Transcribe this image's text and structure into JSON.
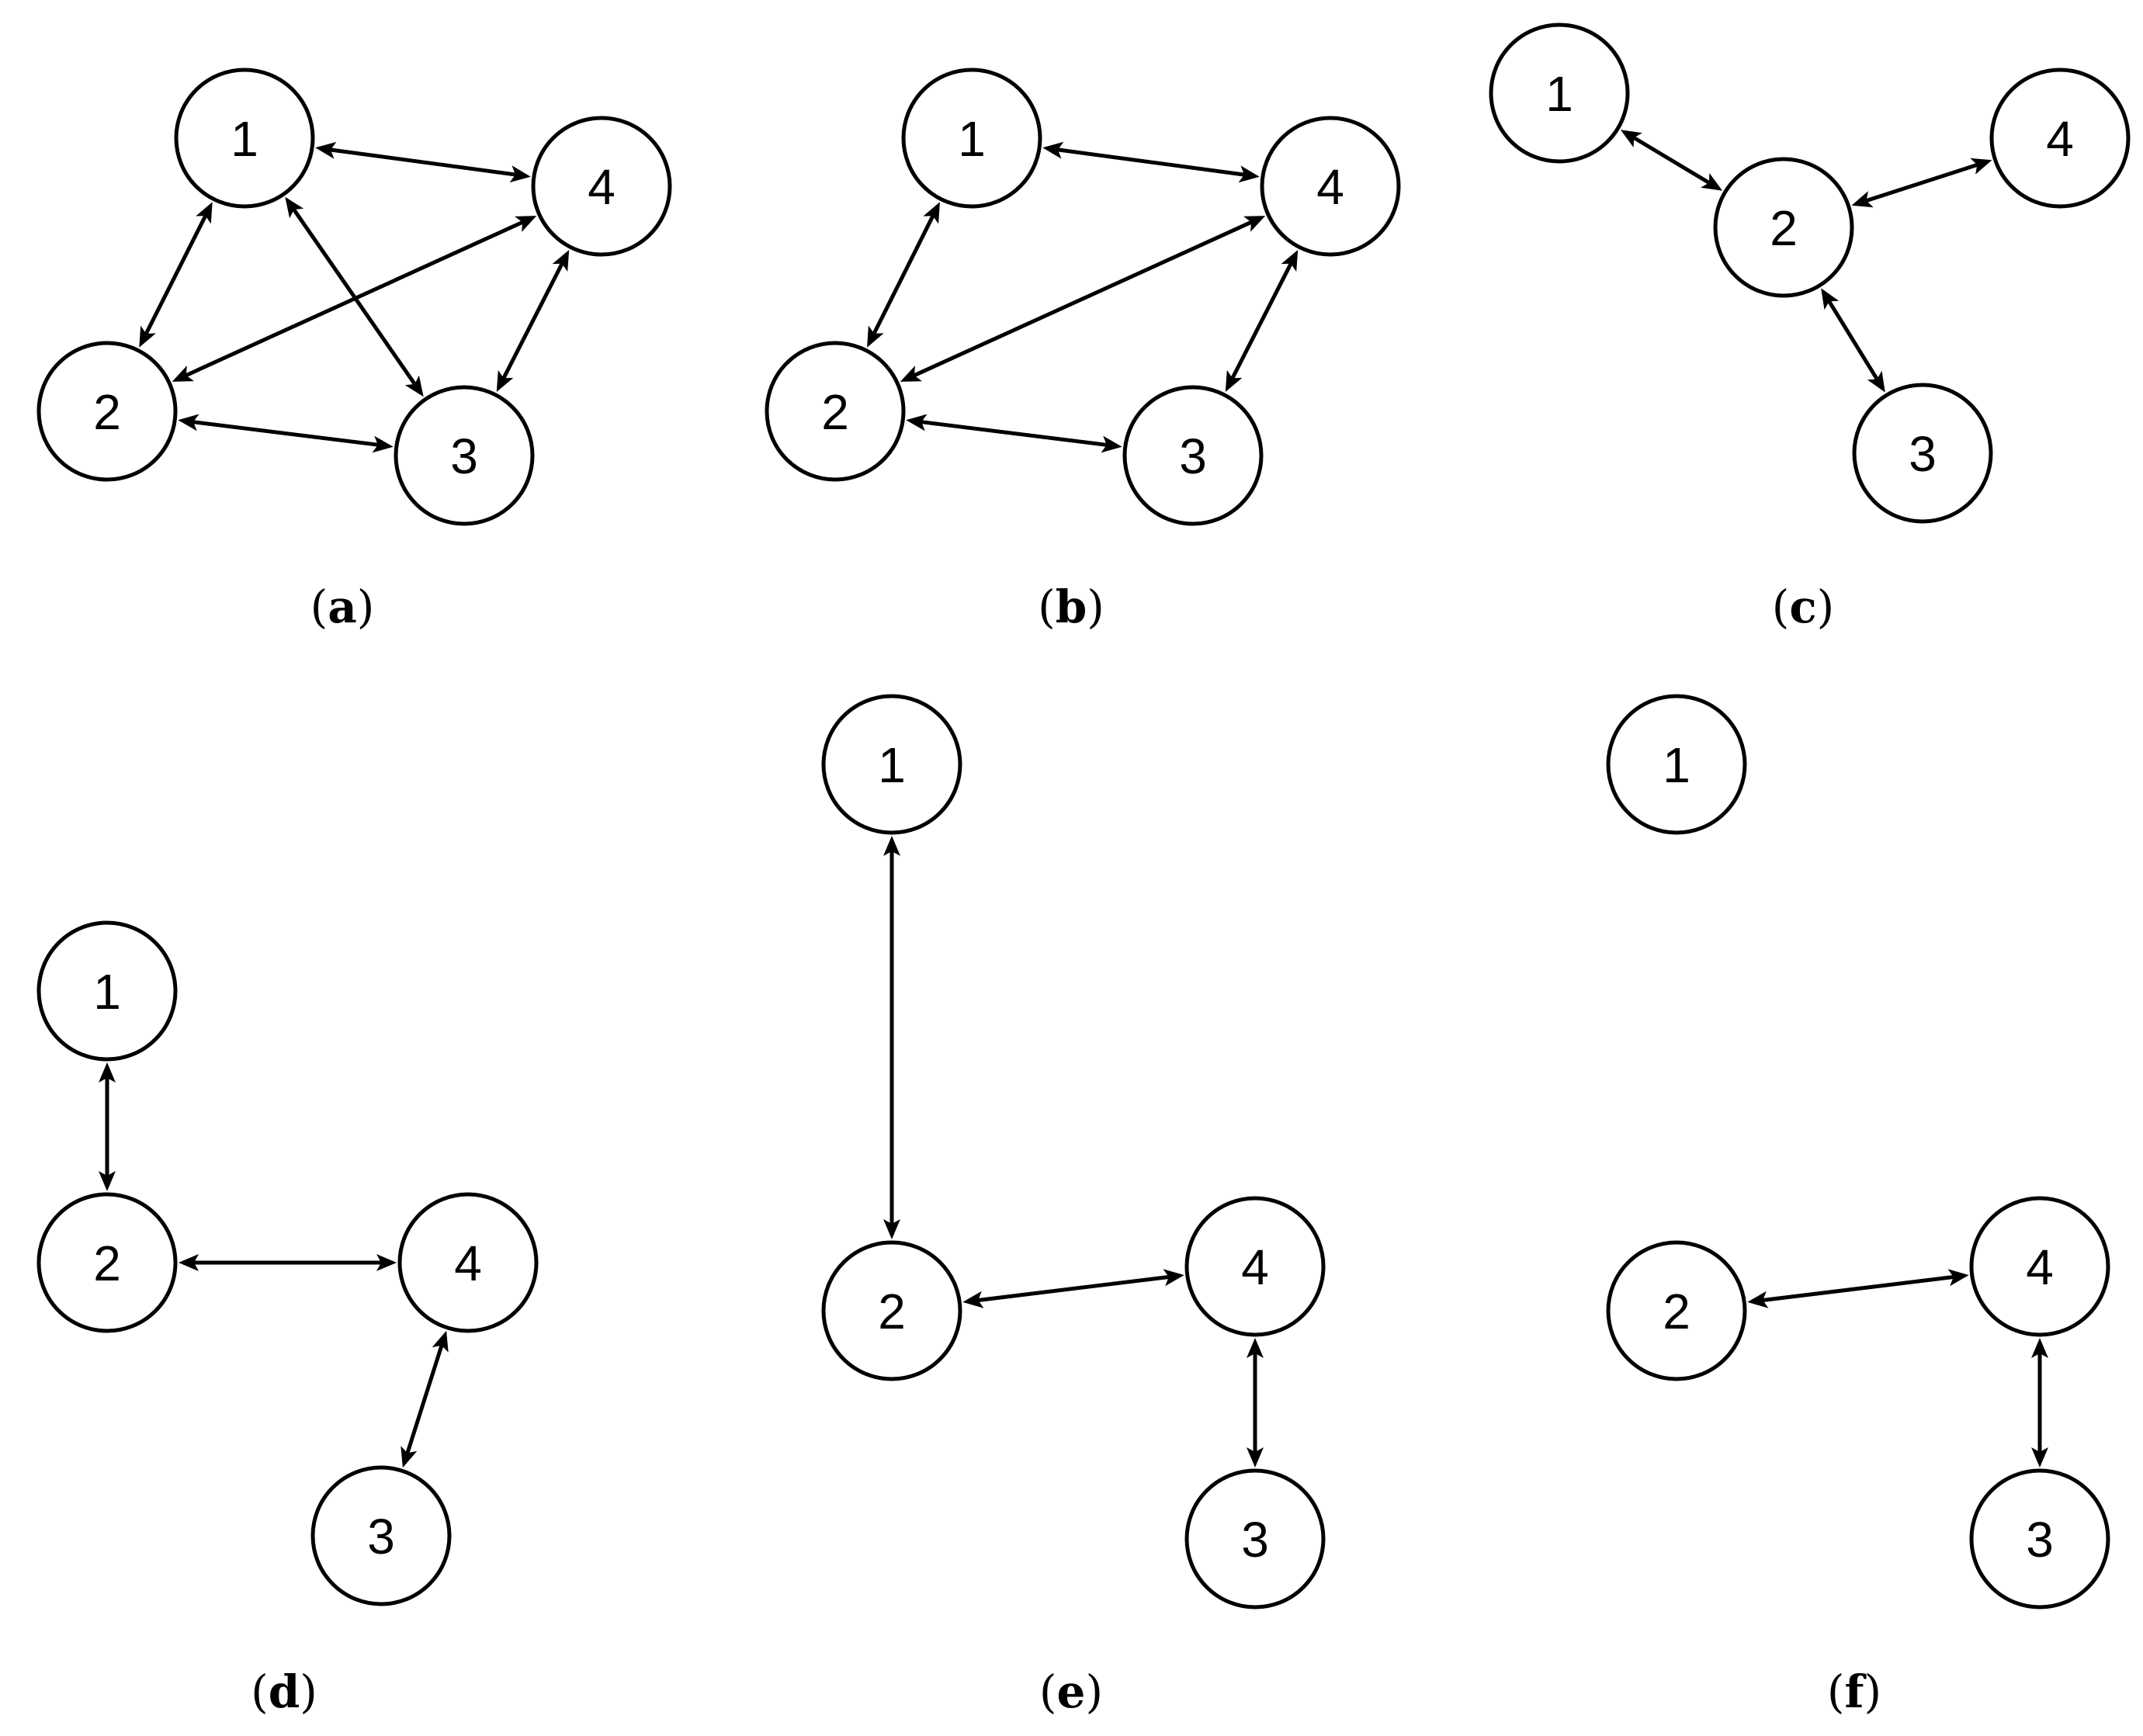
{
  "colors": {
    "stroke": "#000000",
    "background": "#ffffff"
  },
  "panels": [
    {
      "id": "a",
      "caption_letter": "a",
      "nodes": [
        {
          "id": "1",
          "label": "1"
        },
        {
          "id": "2",
          "label": "2"
        },
        {
          "id": "3",
          "label": "3"
        },
        {
          "id": "4",
          "label": "4"
        }
      ],
      "edges": [
        {
          "from": "1",
          "to": "4",
          "bidirectional": true
        },
        {
          "from": "1",
          "to": "2",
          "bidirectional": true
        },
        {
          "from": "1",
          "to": "3",
          "bidirectional": true
        },
        {
          "from": "2",
          "to": "4",
          "bidirectional": true
        },
        {
          "from": "2",
          "to": "3",
          "bidirectional": true
        },
        {
          "from": "3",
          "to": "4",
          "bidirectional": true
        }
      ]
    },
    {
      "id": "b",
      "caption_letter": "b",
      "nodes": [
        {
          "id": "1",
          "label": "1"
        },
        {
          "id": "2",
          "label": "2"
        },
        {
          "id": "3",
          "label": "3"
        },
        {
          "id": "4",
          "label": "4"
        }
      ],
      "edges": [
        {
          "from": "1",
          "to": "4",
          "bidirectional": true
        },
        {
          "from": "1",
          "to": "2",
          "bidirectional": true
        },
        {
          "from": "2",
          "to": "4",
          "bidirectional": true
        },
        {
          "from": "2",
          "to": "3",
          "bidirectional": true
        },
        {
          "from": "3",
          "to": "4",
          "bidirectional": true
        }
      ]
    },
    {
      "id": "c",
      "caption_letter": "c",
      "nodes": [
        {
          "id": "1",
          "label": "1"
        },
        {
          "id": "2",
          "label": "2"
        },
        {
          "id": "3",
          "label": "3"
        },
        {
          "id": "4",
          "label": "4"
        }
      ],
      "edges": [
        {
          "from": "1",
          "to": "2",
          "bidirectional": true
        },
        {
          "from": "2",
          "to": "4",
          "bidirectional": true
        },
        {
          "from": "2",
          "to": "3",
          "bidirectional": true
        }
      ]
    },
    {
      "id": "d",
      "caption_letter": "d",
      "nodes": [
        {
          "id": "1",
          "label": "1"
        },
        {
          "id": "2",
          "label": "2"
        },
        {
          "id": "3",
          "label": "3"
        },
        {
          "id": "4",
          "label": "4"
        }
      ],
      "edges": [
        {
          "from": "1",
          "to": "2",
          "bidirectional": true
        },
        {
          "from": "2",
          "to": "4",
          "bidirectional": true
        },
        {
          "from": "4",
          "to": "3",
          "bidirectional": true
        }
      ]
    },
    {
      "id": "e",
      "caption_letter": "e",
      "nodes": [
        {
          "id": "1",
          "label": "1"
        },
        {
          "id": "2",
          "label": "2"
        },
        {
          "id": "3",
          "label": "3"
        },
        {
          "id": "4",
          "label": "4"
        }
      ],
      "edges": [
        {
          "from": "1",
          "to": "2",
          "bidirectional": true
        },
        {
          "from": "2",
          "to": "4",
          "bidirectional": true
        },
        {
          "from": "4",
          "to": "3",
          "bidirectional": true
        }
      ]
    },
    {
      "id": "f",
      "caption_letter": "f",
      "nodes": [
        {
          "id": "1",
          "label": "1"
        },
        {
          "id": "2",
          "label": "2"
        },
        {
          "id": "3",
          "label": "3"
        },
        {
          "id": "4",
          "label": "4"
        }
      ],
      "edges": [
        {
          "from": "2",
          "to": "4",
          "bidirectional": true
        },
        {
          "from": "4",
          "to": "3",
          "bidirectional": true
        }
      ]
    }
  ]
}
